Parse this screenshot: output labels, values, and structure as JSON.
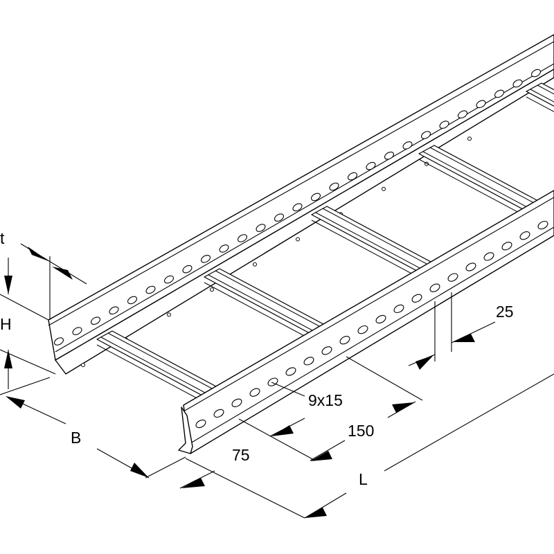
{
  "dimensions": {
    "thickness": "t",
    "height": "H",
    "width": "B",
    "length": "L",
    "slot_size": "9x15",
    "slot_pitch": "150",
    "slot_offset": "75",
    "slot_spacing": "25"
  },
  "colors": {
    "line": "#000000",
    "background": "#ffffff"
  }
}
